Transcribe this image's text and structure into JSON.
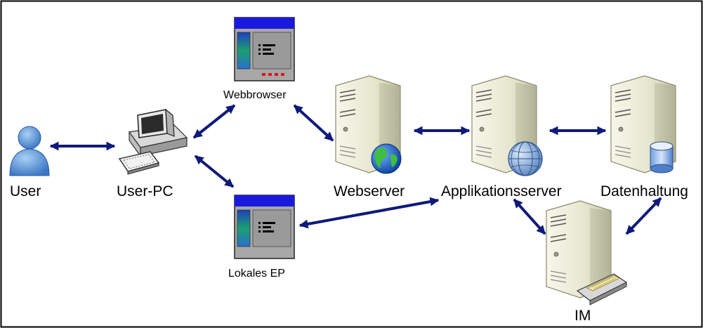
{
  "nodes": {
    "user": "User",
    "user_pc": "User-PC",
    "webbrowser": "Webbrowser",
    "lokales_ep": "Lokales EP",
    "webserver": "Webserver",
    "applikationsserver": "Applikationsserver",
    "datenhaltung": "Datenhaltung",
    "im": "IM"
  },
  "colors": {
    "arrow": "#0f1a7a",
    "border": "#000000",
    "window_titlebar": "#1a1adf",
    "window_body": "#a8a8a8",
    "server_body": "#e9e9d4"
  },
  "icons": {
    "user": "user-icon",
    "user_pc": "desktop-computer-icon",
    "webbrowser": "browser-window-icon",
    "lokales_ep": "application-window-icon",
    "webserver": "server-globe-icon",
    "applikationsserver": "server-sphere-icon",
    "datenhaltung": "server-database-icon",
    "im": "server-scanner-icon"
  }
}
